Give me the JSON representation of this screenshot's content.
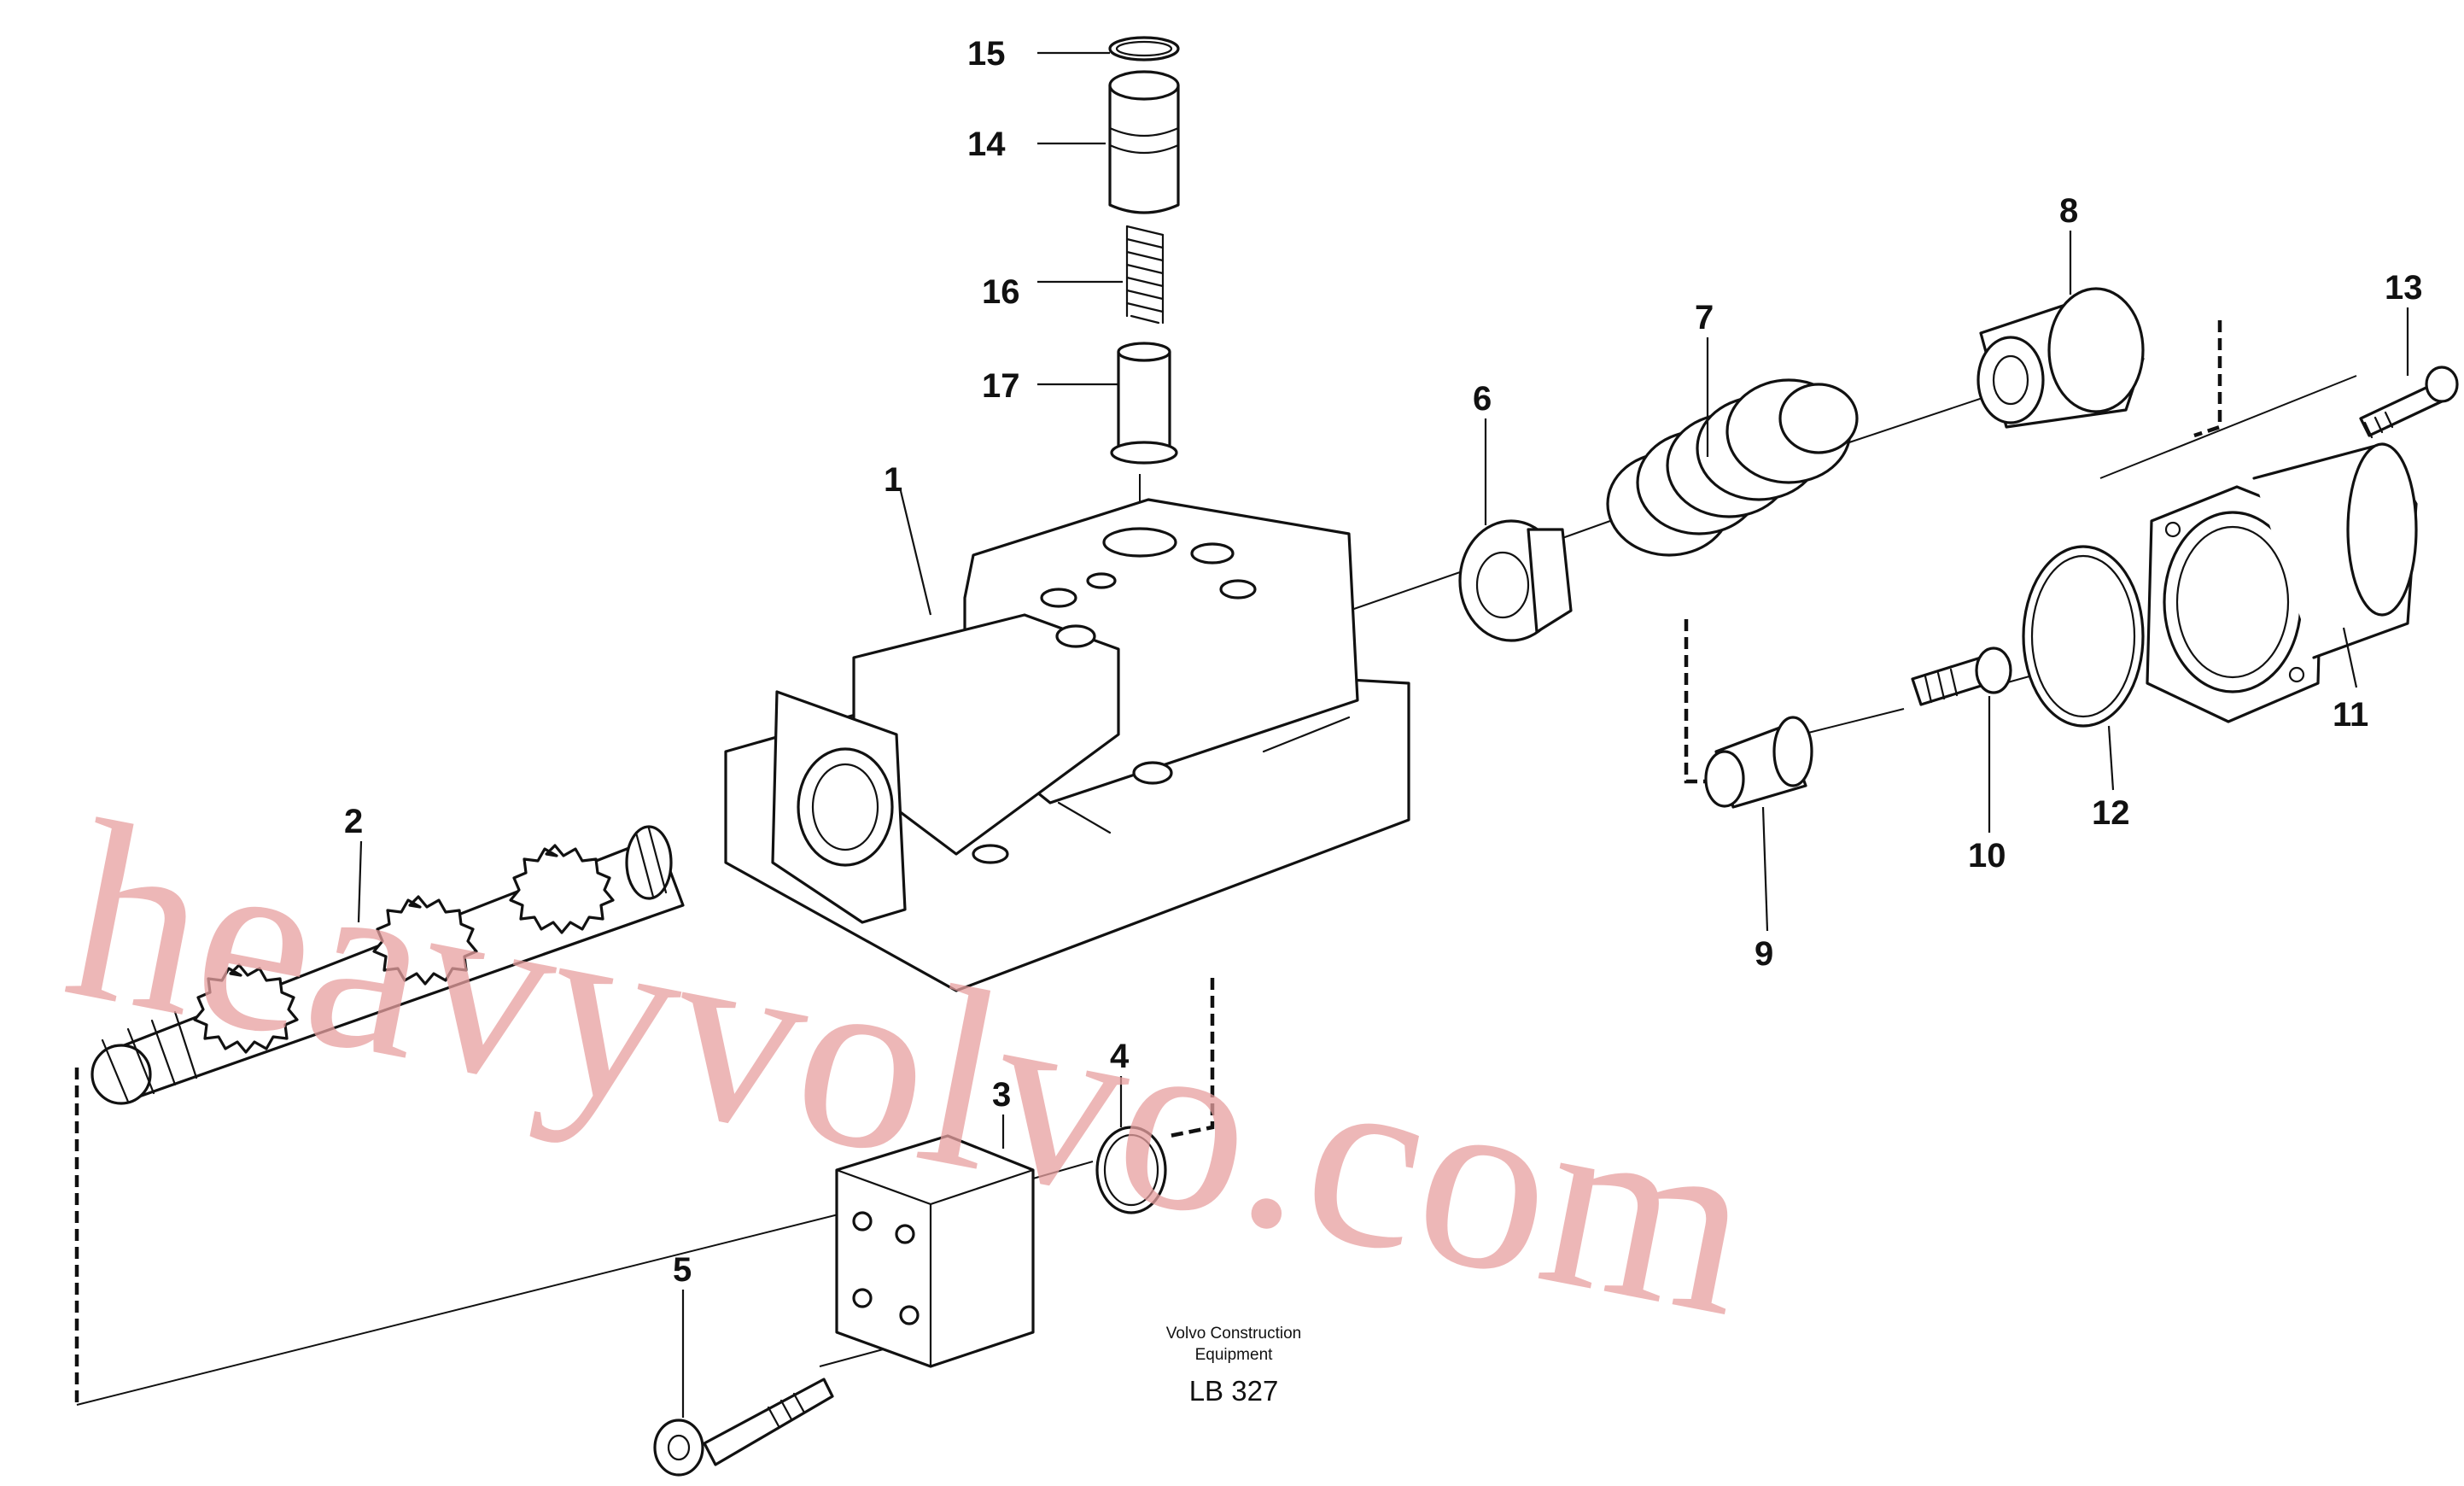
{
  "diagram": {
    "callouts": [
      "1",
      "2",
      "3",
      "4",
      "5",
      "6",
      "7",
      "8",
      "9",
      "10",
      "11",
      "12",
      "13",
      "14",
      "15",
      "16",
      "17"
    ],
    "credit_line1": "Volvo Construction",
    "credit_line2": "Equipment",
    "drawing_code": "LB 327",
    "watermark": "heavyvolvo.com",
    "watermark_color": "#e8a0a0"
  }
}
